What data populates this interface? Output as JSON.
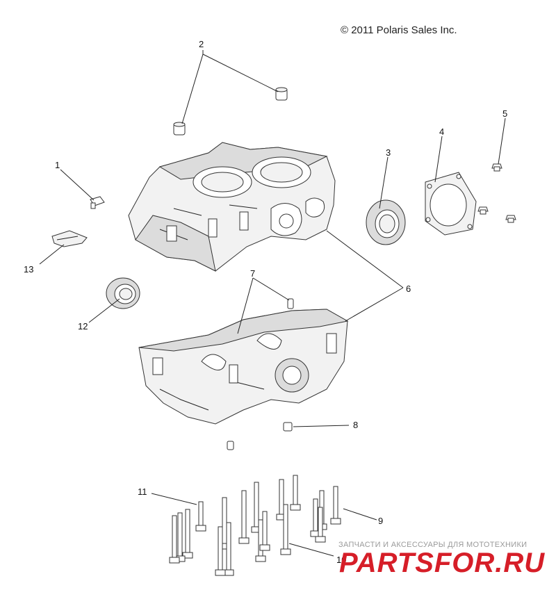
{
  "copyright": "© 2011 Polaris Sales Inc.",
  "callouts": [
    "1",
    "2",
    "3",
    "4",
    "5",
    "6",
    "7",
    "8",
    "9",
    "10",
    "11",
    "12",
    "13"
  ],
  "watermark": {
    "subtitle": "ЗАПЧАСТИ И АКСЕССУАРЫ ДЛЯ МОТОТЕХНИКИ",
    "brand": "PARTSFOR.RU"
  }
}
